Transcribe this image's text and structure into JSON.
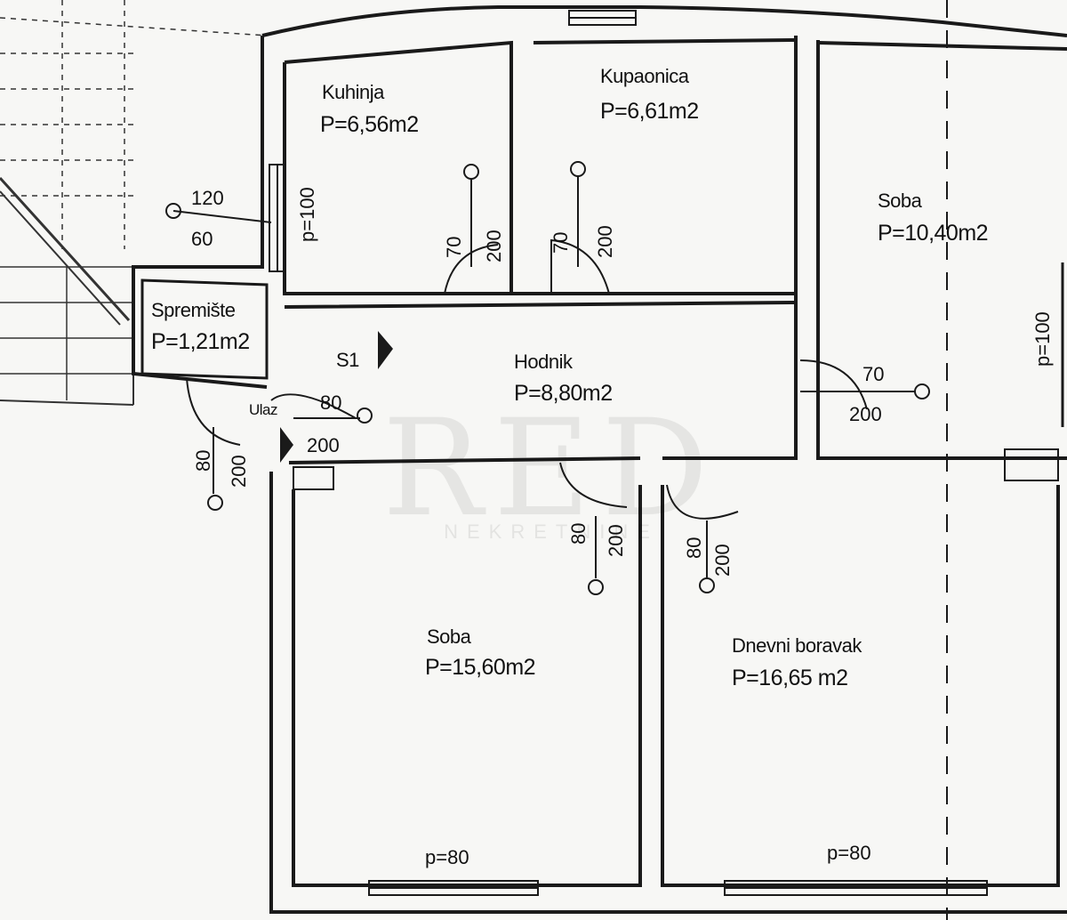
{
  "rooms": [
    {
      "name": "Kuhinja",
      "area": "P=6,56m2"
    },
    {
      "name": "Kupaonica",
      "area": "P=6,61m2"
    },
    {
      "name": "Soba",
      "area": "P=10,40m2"
    },
    {
      "name": "Spremište",
      "area": "P=1,21m2"
    },
    {
      "name": "Hodnik",
      "area": "P=8,80m2"
    },
    {
      "name": "Soba",
      "area": "P=15,60m2"
    },
    {
      "name": "Dnevni boravak",
      "area": "P=16,65 m2"
    }
  ],
  "entrance": {
    "label": "Ulaz",
    "marker": "S1"
  },
  "dimensions": {
    "window_kitchen_w": "120",
    "window_kitchen_h": "60",
    "kitchen_parapet": "p=100",
    "kitchen_door_w": "70",
    "kitchen_door_h": "200",
    "bath_door_w": "70",
    "bath_door_h": "200",
    "room_east_door_w": "70",
    "room_east_door_h": "200",
    "room_east_parapet": "p=100",
    "entry_door_w": "80",
    "entry_door_h": "200",
    "storage_door_w": "80",
    "storage_door_h": "200",
    "room_south_door_w": "80",
    "room_south_door_h": "200",
    "living_door_w": "80",
    "living_door_h": "200",
    "room_south_parapet": "p=80",
    "living_parapet": "p=80"
  },
  "watermark": {
    "logo": "RED",
    "sub": "NEKRETNINE"
  },
  "colors": {
    "line": "#1a1a1a",
    "paper": "#f7f7f5"
  }
}
